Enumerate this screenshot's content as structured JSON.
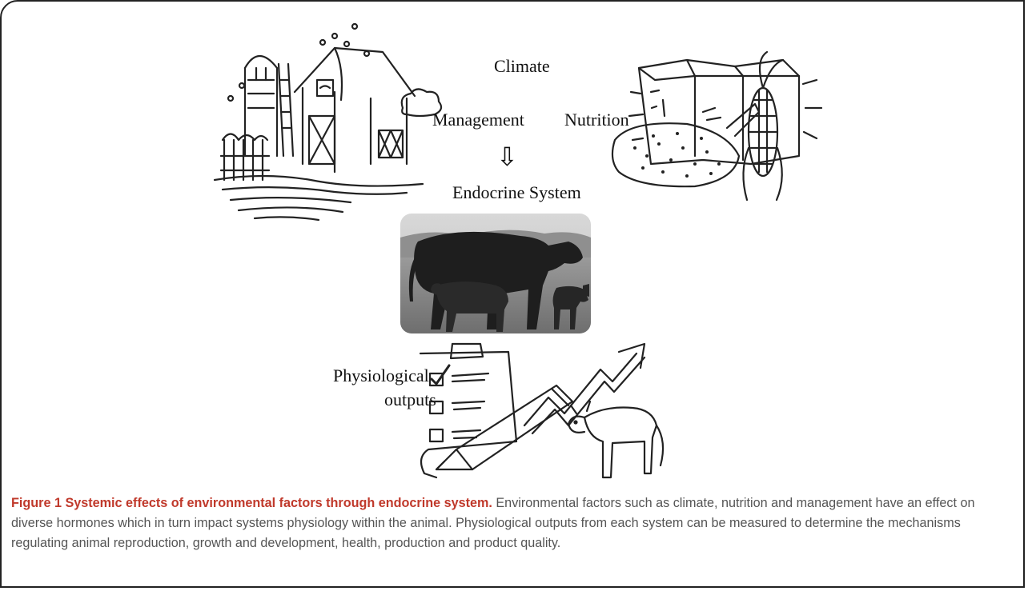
{
  "figure": {
    "labels": {
      "climate": "Climate",
      "management": "Management",
      "nutrition": "Nutrition",
      "endocrine": "Endocrine System",
      "physiological_line1": "Physiological",
      "physiological_line2": "outputs"
    },
    "arrow_glyph": "⇩"
  },
  "caption": {
    "title": "Figure 1 Systemic effects of environmental factors through endocrine system.",
    "body": " Environmental factors such as climate, nutrition and management have an effect on diverse hormones which in turn impact systems physiology within the animal. Physiological outputs from each system can be measured to determine the mechanisms regulating animal reproduction, growth and development, health, production and product quality."
  }
}
